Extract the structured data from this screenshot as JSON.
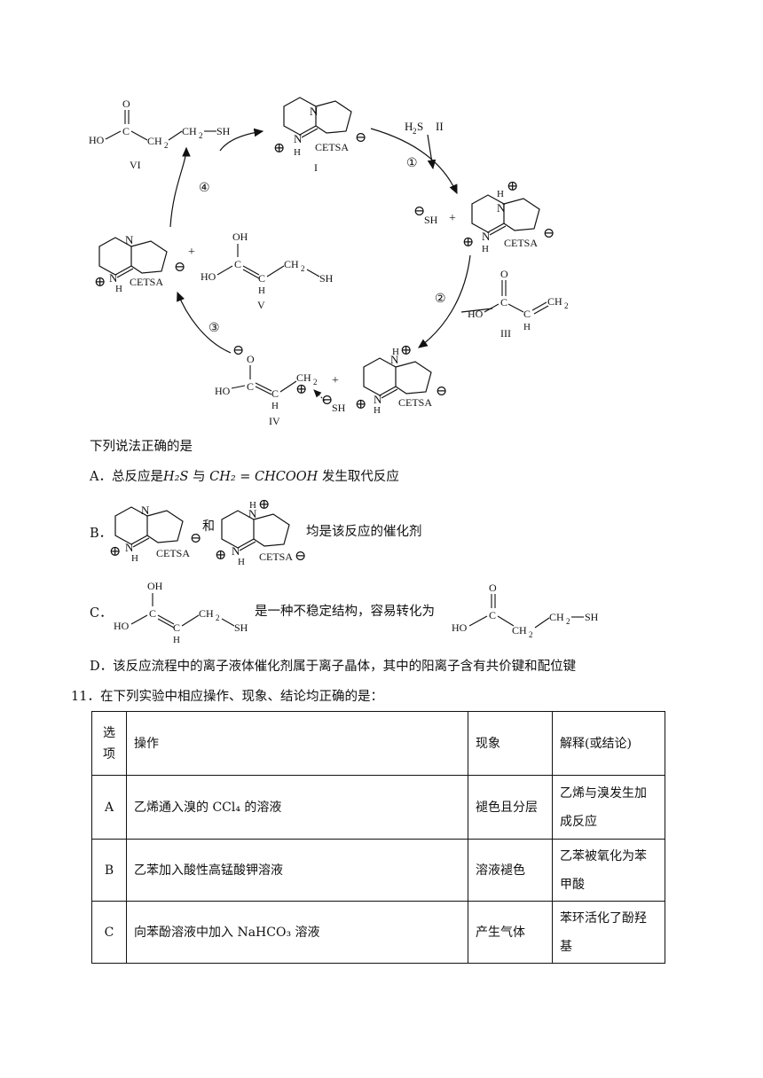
{
  "cycle": {
    "labels": {
      "I": "I",
      "II": "II",
      "III": "III",
      "IV": "IV",
      "V": "V",
      "VI": "VI"
    },
    "steps": [
      "①",
      "②",
      "③",
      "④"
    ],
    "atoms": {
      "N": "N",
      "H": "H",
      "SH": "SH",
      "OH": "OH",
      "HO": "HO",
      "O": "O",
      "C": "C",
      "CH2": "CH",
      "sub2": "2",
      "H2S": "H",
      "S": "S",
      "cetsa": "CETSA",
      "plus": "+",
      "circle_plus": "⊕",
      "circle_minus": "⊖"
    }
  },
  "question10": {
    "stem": "下列说法正确的是",
    "options": {
      "A": {
        "label": "A．",
        "text_pre": "总反应是",
        "formula1": "H₂S",
        "mid": " 与",
        "formula2": "CH₂ = CHCOOH",
        "text_post": " 发生取代反应"
      },
      "B": {
        "label": "B．",
        "mid": "和",
        "text": "均是该反应的催化剂"
      },
      "C": {
        "label": "C．",
        "text": "是一种不稳定结构，容易转化为"
      },
      "D": {
        "label": "D．",
        "text": "该反应流程中的离子液体催化剂属于离子晶体，其中的阳离子含有共价键和配位键"
      }
    }
  },
  "question11": {
    "number": "11．",
    "stem": "在下列实验中相应操作、现象、结论均正确的是：",
    "table": {
      "headers": [
        "选项",
        "操作",
        "现象",
        "解释(或结论)"
      ],
      "rows": [
        {
          "option": "A",
          "operation": "乙烯通入溴的 CCl₄ 的溶液",
          "phenomenon": "褪色且分层",
          "conclusion": "乙烯与溴发生加成反应"
        },
        {
          "option": "B",
          "operation": "乙苯加入酸性高锰酸钾溶液",
          "phenomenon": "溶液褪色",
          "conclusion": "乙苯被氧化为苯甲酸"
        },
        {
          "option": "C",
          "operation": "向苯酚溶液中加入 NaHCO₃ 溶液",
          "phenomenon": "产生气体",
          "conclusion": "苯环活化了酚羟基"
        }
      ]
    }
  }
}
